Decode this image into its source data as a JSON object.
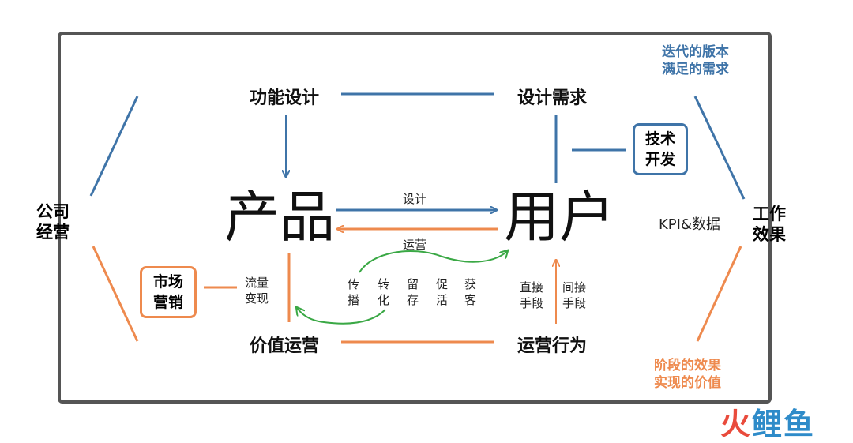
{
  "colors": {
    "blue": "#3f74a8",
    "orange": "#ee8a4e",
    "green": "#3aa845",
    "frame": "#555555"
  },
  "left": {
    "line1": "公司",
    "line2": "经营"
  },
  "right": {
    "line1": "工作",
    "line2": "效果"
  },
  "top_note": {
    "line1": "迭代的版本",
    "line2": "满足的需求"
  },
  "bottom_note": {
    "line1": "阶段的效果",
    "line2": "实现的价值"
  },
  "nodes": {
    "feature_design": "功能设计",
    "design_needs": "设计需求",
    "product": "产品",
    "user": "用户",
    "value_ops": "价值运营",
    "ops_behavior": "运营行为"
  },
  "tech_dev": {
    "line1": "技术",
    "line2": "开发"
  },
  "marketing": {
    "line1": "市场",
    "line2": "营销"
  },
  "labels": {
    "design": "设计",
    "operation": "运营",
    "kpi": "KPI&数据",
    "traffic": {
      "line1": "流量",
      "line2": "变现"
    },
    "direct": {
      "line1": "直接",
      "line2": "手段"
    },
    "indirect": {
      "line1": "间接",
      "line2": "手段"
    }
  },
  "funnel": [
    {
      "top": "传",
      "bottom": "播"
    },
    {
      "top": "转",
      "bottom": "化"
    },
    {
      "top": "留",
      "bottom": "存"
    },
    {
      "top": "促",
      "bottom": "活"
    },
    {
      "top": "获",
      "bottom": "客"
    }
  ],
  "watermark": {
    "c1": "火",
    "c2": "鲤",
    "c3": "鱼"
  }
}
